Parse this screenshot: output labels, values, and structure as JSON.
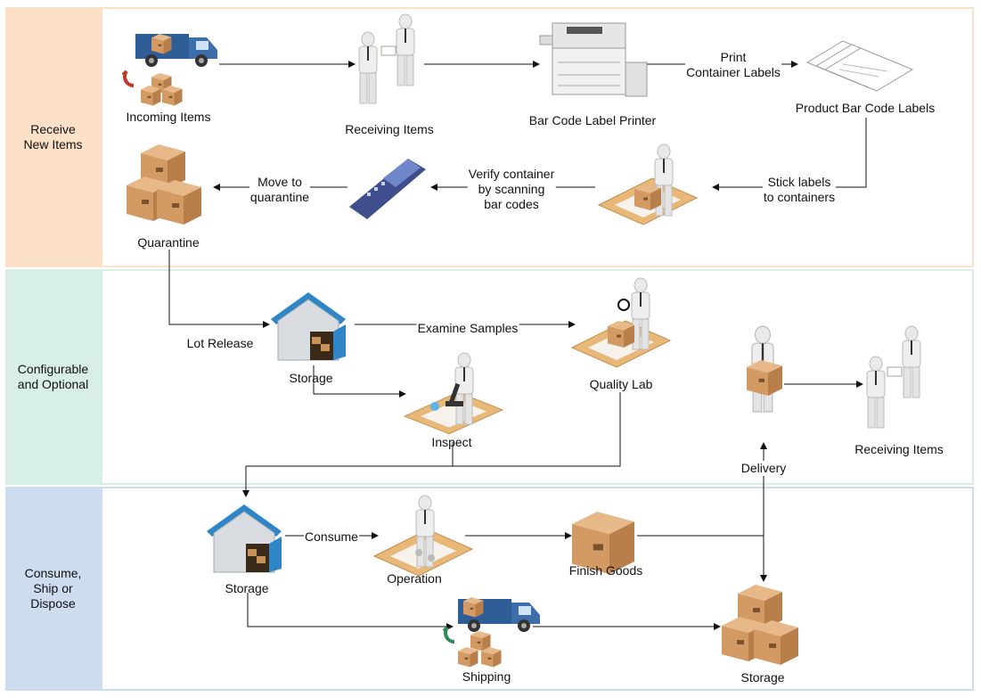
{
  "lanes": [
    {
      "label": "Receive\nNew Items"
    },
    {
      "label": "Configurable\nand Optional"
    },
    {
      "label": "Consume,\nShip or\nDispose"
    }
  ],
  "nodes": {
    "incoming_items": "Incoming Items",
    "receiving_items_1": "Receiving Items",
    "bar_code_printer": "Bar Code Label Printer",
    "product_labels": "Product Bar Code Labels",
    "quarantine": "Quarantine",
    "storage_1": "Storage",
    "quality_lab": "Quality Lab",
    "inspect": "Inspect",
    "delivery": "Delivery",
    "receiving_items_2": "Receiving Items",
    "storage_2": "Storage",
    "operation": "Operation",
    "finish_goods": "Finish Goods",
    "shipping": "Shipping",
    "storage_3": "Storage"
  },
  "edges": {
    "print_labels": "Print\nContainer Labels",
    "stick_labels": "Stick labels\nto containers",
    "verify": "Verify container\nby scanning\nbar codes",
    "move_quarantine": "Move to\nquarantine",
    "lot_release": "Lot Release",
    "examine": "Examine Samples",
    "consume": "Consume"
  },
  "colors": {
    "lane1": "#fde0c8",
    "lane2": "#d8efe6",
    "lane3": "#cedcf0",
    "box": "#d9a06a",
    "truck": "#2f5d95",
    "roof": "#2e86c9",
    "scanner": "#3f4e8c"
  }
}
